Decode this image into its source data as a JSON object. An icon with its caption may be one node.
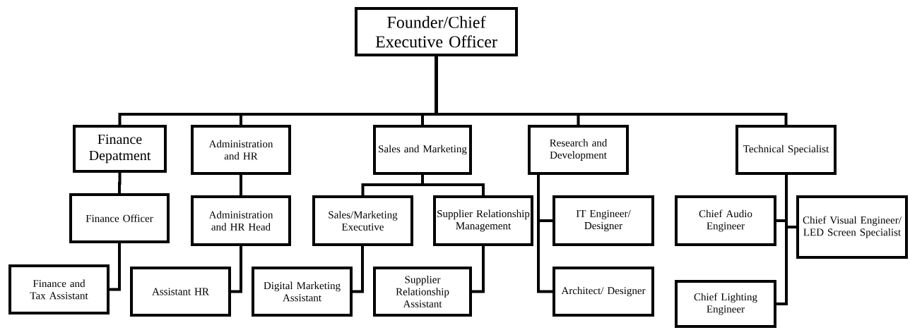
{
  "diagram": {
    "nodes": [
      {
        "text": [
          "Founder/Chief Executive Officer"
        ]
      },
      {
        "text": [
          "Finance Depatment"
        ]
      },
      {
        "text": [
          "Administration and HR"
        ]
      },
      {
        "text": [
          "Sales and Marketing"
        ]
      },
      {
        "text": [
          "Research and Development"
        ]
      },
      {
        "text": [
          "Technical Specialist"
        ]
      },
      {
        "text": [
          "Finance Officer"
        ]
      },
      {
        "text": [
          "Administration and HR Head"
        ]
      },
      {
        "text": [
          "Sales/Marketing Executive"
        ]
      },
      {
        "text": [
          "Supplier Relationship Management"
        ]
      },
      {
        "text": [
          "IT Engineer/ Designer"
        ]
      },
      {
        "text": [
          "Chief Audio Engineer"
        ]
      },
      {
        "text": [
          "Chief Visual Engineer/ LED Screen Specialist"
        ]
      },
      {
        "text": [
          "Finance and Tax Assistant"
        ]
      },
      {
        "text": [
          "Assistant HR"
        ]
      },
      {
        "text": [
          "Digital Marketing Assistant"
        ]
      },
      {
        "text": [
          "Supplier Relationship Assistant"
        ]
      },
      {
        "text": [
          "Architect/ Designer"
        ]
      },
      {
        "text": [
          "Chief Lighting Engineer"
        ]
      }
    ],
    "edges": [
      {
        "from": 0,
        "to": 1,
        "arrow": "none"
      },
      {
        "from": 0,
        "to": 2,
        "arrow": "none"
      },
      {
        "from": 0,
        "to": 3,
        "arrow": "none"
      },
      {
        "from": 0,
        "to": 4,
        "arrow": "none"
      },
      {
        "from": 0,
        "to": 5,
        "arrow": "none"
      },
      {
        "from": 1,
        "to": 6,
        "arrow": "none"
      },
      {
        "from": 6,
        "to": 13,
        "arrow": "none"
      },
      {
        "from": 2,
        "to": 7,
        "arrow": "none"
      },
      {
        "from": 7,
        "to": 14,
        "arrow": "none"
      },
      {
        "from": 3,
        "to": 8,
        "arrow": "none"
      },
      {
        "from": 3,
        "to": 9,
        "arrow": "none"
      },
      {
        "from": 8,
        "to": 15,
        "arrow": "none"
      },
      {
        "from": 9,
        "to": 16,
        "arrow": "none"
      },
      {
        "from": 4,
        "to": 10,
        "arrow": "none"
      },
      {
        "from": 4,
        "to": 17,
        "arrow": "none"
      },
      {
        "from": 5,
        "to": 11,
        "arrow": "none"
      },
      {
        "from": 5,
        "to": 12,
        "arrow": "none"
      },
      {
        "from": 5,
        "to": 18,
        "arrow": "none"
      }
    ]
  }
}
